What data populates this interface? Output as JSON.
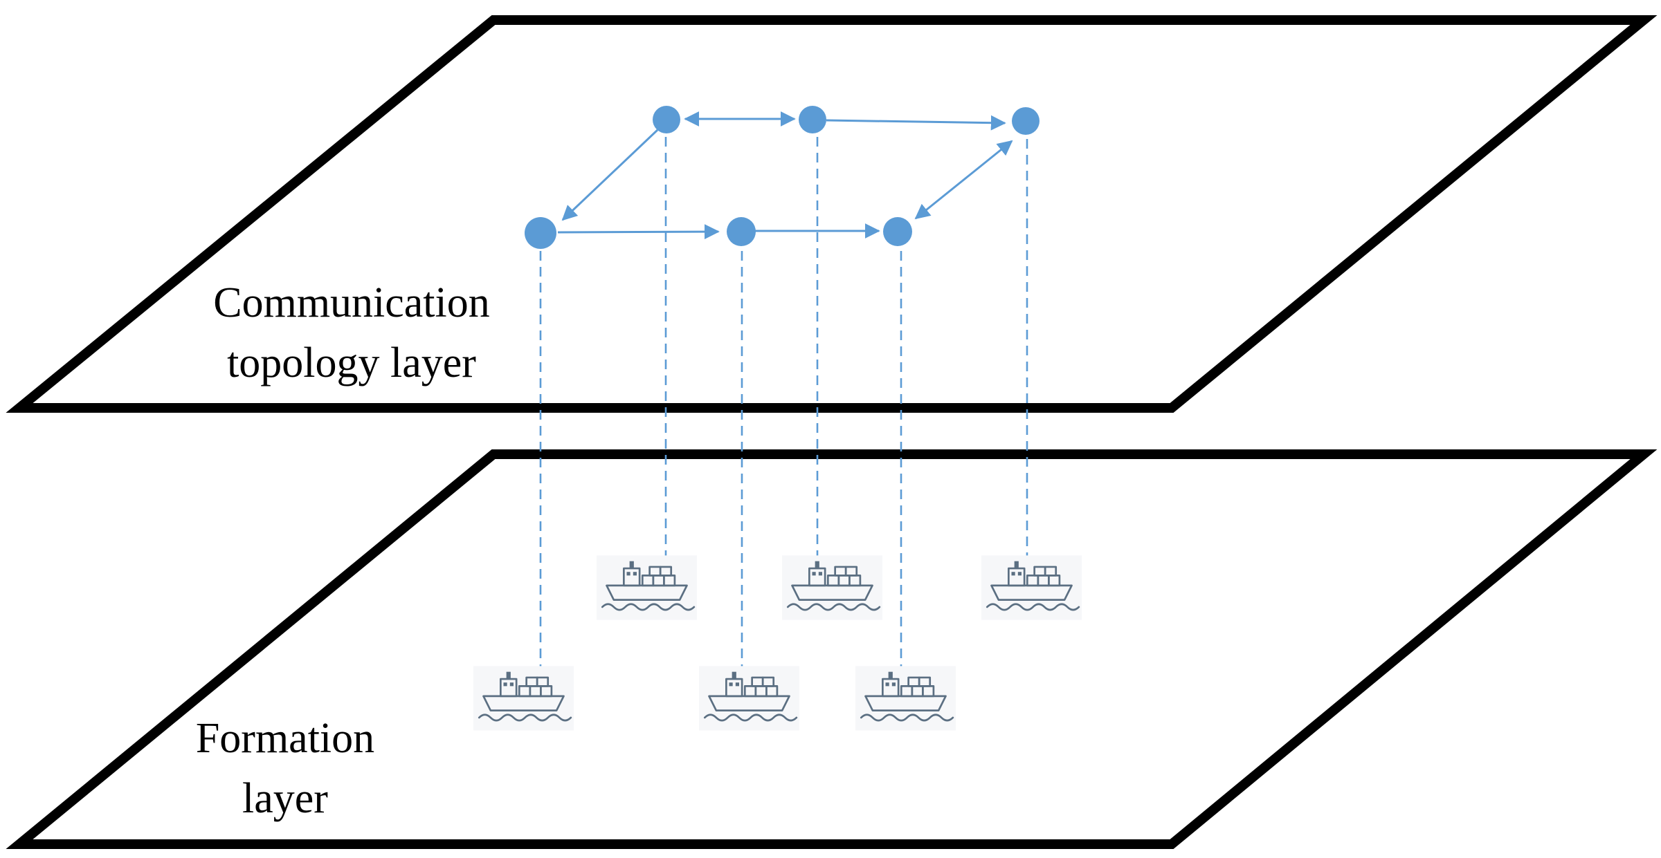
{
  "labels": {
    "communication_line1": "Communication",
    "communication_line2": "topology layer",
    "formation_line1": "Formation",
    "formation_line2": "layer"
  },
  "colors": {
    "node": "#5b9bd5",
    "edge": "#5b9bd5",
    "plane_border": "#000000",
    "ship": "#5b6f82"
  },
  "icons": {
    "node": "agent-node-circle",
    "ship": "container-ship-icon"
  }
}
